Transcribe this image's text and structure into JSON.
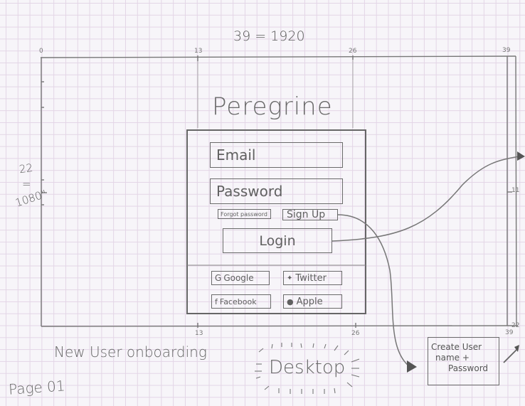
{
  "sketch": {
    "title_scale": "39 = 1920",
    "vertical_scale": {
      "top": "22",
      "eq": "=",
      "bottom": "1080\""
    },
    "ruler_top": [
      "0",
      "13",
      "26",
      "39"
    ],
    "ruler_bottom": [
      "13",
      "26",
      "39"
    ],
    "ruler_right": [
      "11",
      "22"
    ],
    "app_title": "Peregrine",
    "login_form": {
      "email_placeholder": "Email",
      "password_placeholder": "Password",
      "forgot_password_label": "Forgot password",
      "sign_up_label": "Sign Up",
      "login_label": "Login",
      "social": [
        {
          "icon": "G",
          "label": "Google"
        },
        {
          "icon": "bird",
          "label": "Twitter"
        },
        {
          "icon": "f",
          "label": "Facebook"
        },
        {
          "icon": "apple",
          "label": "Apple"
        }
      ]
    },
    "annotation_box": {
      "line1": "Create User",
      "line2": "name +",
      "line3": "Password"
    },
    "caption": "New User onboarding",
    "platform": "Desktop",
    "page_label": "Page 01"
  },
  "colors": {
    "paper": "#f7f5f9",
    "grid": "#e3d5e6",
    "pencil": "#6a6a6a"
  }
}
